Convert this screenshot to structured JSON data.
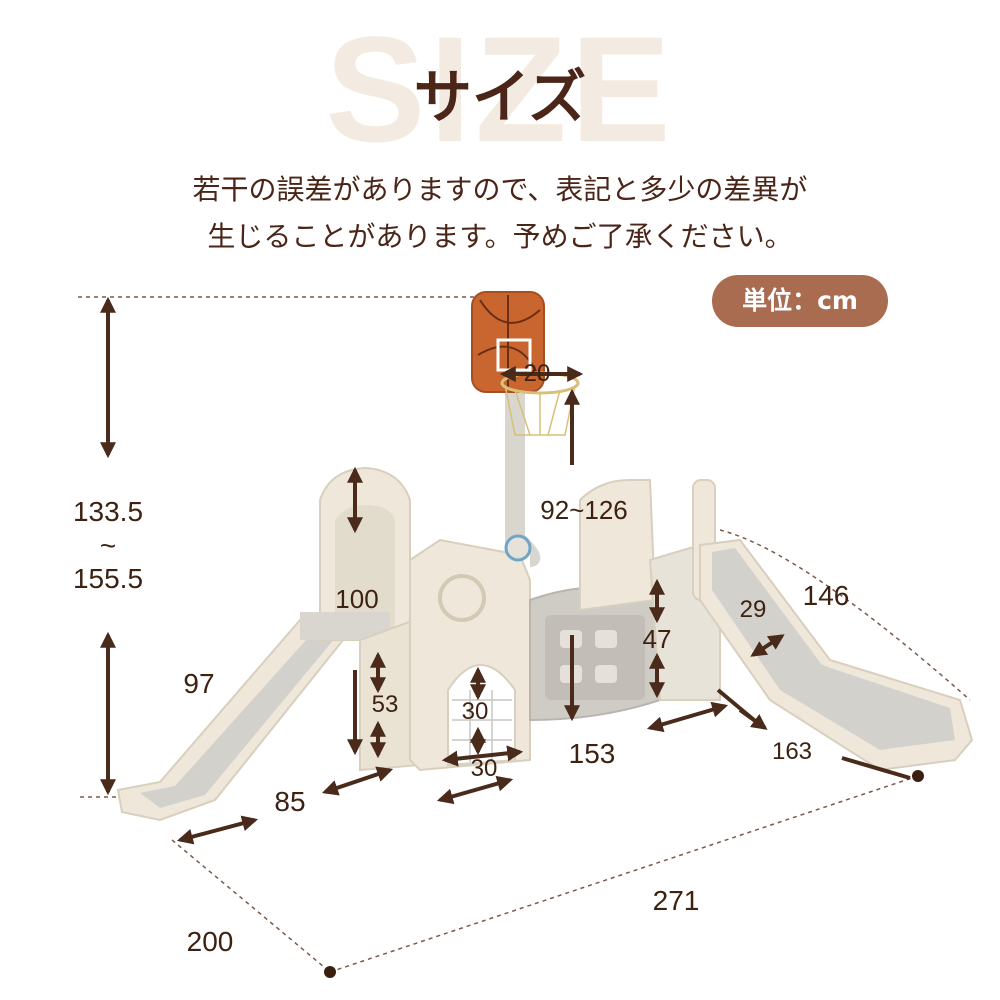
{
  "watermark": "SIZE",
  "title": "サイズ",
  "notice": {
    "line1": "若干の誤差がありますので、表記と多少の差異が",
    "line2": "生じることがあります。予めご了承ください。"
  },
  "unit_badge": "単位：cm",
  "dimensions": {
    "total_height": "133.5\n~\n155.5",
    "hoop_width": "20",
    "hoop_height": "92~126",
    "tower_height": "100",
    "left_slide_length": "97",
    "left_slide_depth": "85",
    "left_wall_height": "53",
    "arch_height": "30",
    "arch_width": "30",
    "tunnel_length": "153",
    "tunnel_height": "47",
    "right_slide_length": "146",
    "right_slide_width": "29",
    "right_slide_depth": "163",
    "total_depth": "200",
    "total_width": "271"
  },
  "colors": {
    "accent": "#a96c51",
    "text": "#4a2518",
    "arrow": "#4a2a1a",
    "cream": "#efe8da",
    "grey": "#c9c6c1",
    "ball": "#c9652f"
  }
}
